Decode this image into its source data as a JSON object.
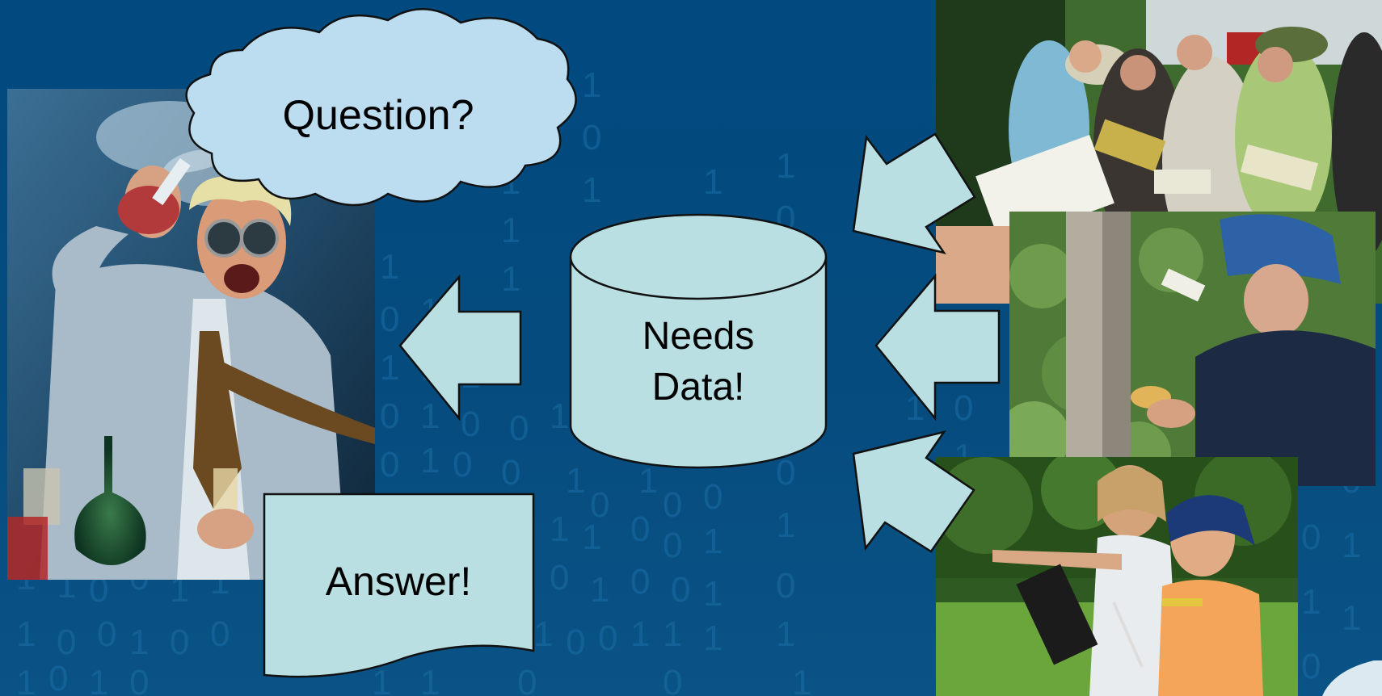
{
  "diagram": {
    "question_label": "Question?",
    "database_label_line1": "Needs",
    "database_label_line2": "Data!",
    "answer_label": "Answer!"
  },
  "colors": {
    "background": "#074a7d",
    "shape_fill": "#b9dfe3",
    "cloud_fill": "#bcdcef",
    "outline": "#111111",
    "binary_digits": "#1a6ea6"
  },
  "images": [
    {
      "name": "mad-scientist-illustration",
      "icon": "scientist-image"
    },
    {
      "name": "volunteers-with-field-guides-photo",
      "icon": "group-photo"
    },
    {
      "name": "woman-recording-plants-photo",
      "icon": "field-photo"
    },
    {
      "name": "children-pointing-photo",
      "icon": "kids-photo"
    }
  ]
}
